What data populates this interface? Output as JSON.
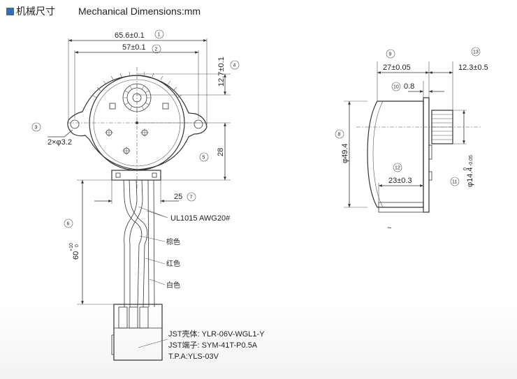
{
  "header": {
    "title_cn": "机械尺寸",
    "title_en": "Mechanical Dimensions:mm",
    "accent_color": "#2f6fb3"
  },
  "dimensions": {
    "d1": "65.6±0.1",
    "d2": "57±0.1",
    "d3": "2×φ3.2",
    "d4": "12.7±0.1",
    "d5": "28",
    "d6": "60",
    "d6_tol_upper": "+10",
    "d6_tol_lower": "0",
    "d7": "25",
    "d8": "φ49.4",
    "d9": "27±0.05",
    "d10": "0.8",
    "d11": "φ14.4",
    "d11_tol_upper": "0",
    "d11_tol_lower": "-0.05",
    "d12": "23±0.3",
    "d13": "12.3±0.5"
  },
  "markers": {
    "m1": "1",
    "m2": "2",
    "m3": "3",
    "m4": "4",
    "m5": "5",
    "m6": "6",
    "m7": "7",
    "m8": "8",
    "m9": "9",
    "m10": "10",
    "m11": "11",
    "m12": "12",
    "m13": "13"
  },
  "labels": {
    "cable": "UL1015  AWG20#",
    "wire_brown": "棕色",
    "wire_red": "红色",
    "wire_white": "白色",
    "housing": "JST壳体:  YLR-06V-WGL1-Y",
    "terminal": "JST端子:  SYM-41T-P0.5A",
    "tpa": "T.P.A:YLS-03V",
    "break_mark": "~"
  }
}
